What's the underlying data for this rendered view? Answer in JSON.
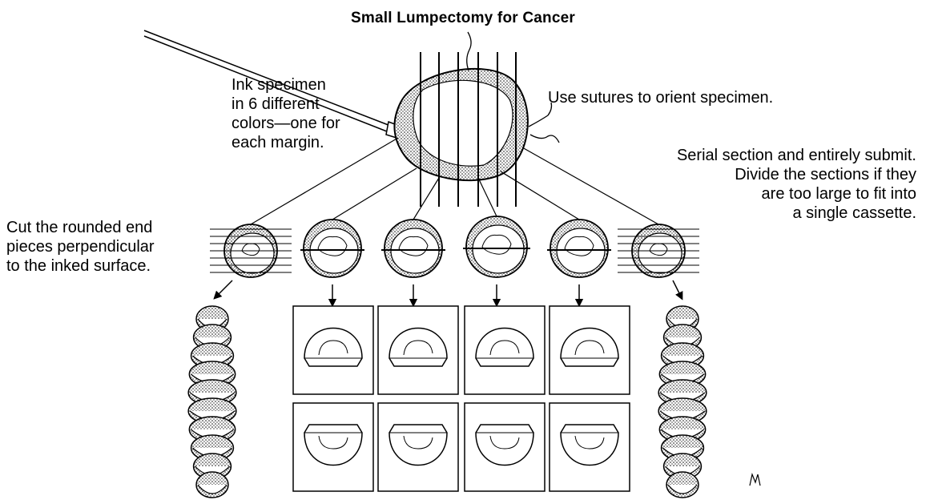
{
  "title": "Small Lumpectomy for Cancer",
  "labels": {
    "ink": [
      "Ink specimen",
      "in 6 different",
      "colors—one for",
      "each margin."
    ],
    "sutures": "Use sutures to orient specimen.",
    "serial": [
      "Serial section and entirely submit.",
      "Divide the sections if they",
      "are too large to fit into",
      "a single cassette."
    ],
    "cut_ends": [
      "Cut the rounded end",
      "pieces perpendicular",
      "to the inked surface."
    ]
  },
  "signature": "M"
}
